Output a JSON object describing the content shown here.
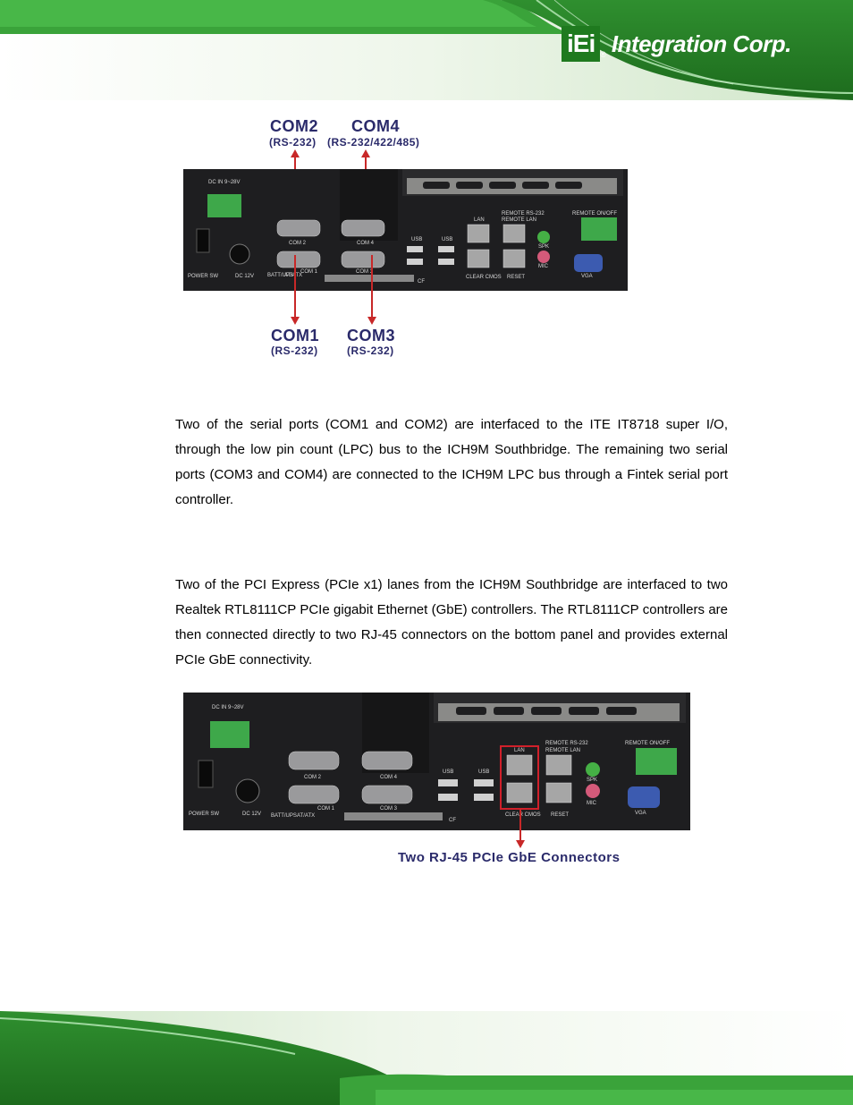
{
  "header": {
    "logo": {
      "mark": "iEi",
      "text": "Integration Corp.",
      "reg": "®"
    }
  },
  "figure1": {
    "top_labels": [
      {
        "name": "COM2",
        "sub": "(RS-232)"
      },
      {
        "name": "COM4",
        "sub": "(RS-232/422/485)"
      }
    ],
    "bottom_labels": [
      {
        "name": "COM1",
        "sub": "(RS-232)"
      },
      {
        "name": "COM3",
        "sub": "(RS-232)"
      }
    ]
  },
  "panel_text": {
    "dc_in": "DC IN  9~28V",
    "power_sw": "POWER SW",
    "dc_12v": "DC 12V",
    "com2": "COM 2",
    "com4": "COM 4",
    "com1": "COM 1",
    "com3": "COM 3",
    "usb": "USB",
    "lan": "LAN",
    "remote_rs232": "REMOTE RS-232",
    "remote_lan": "REMOTE LAN",
    "spk": "SPK",
    "mic": "MIC",
    "vga": "VGA",
    "clear_cmos": "CLEAR CMOS",
    "reset": "RESET",
    "batt": "BATT/UPS",
    "atatx": "AT/ATX",
    "cf": "CF",
    "remote_onoff": "REMOTE ON/OFF"
  },
  "paragraph1": "Two of the serial ports (COM1 and COM2) are interfaced to the ITE IT8718 super I/O, through the low pin count (LPC) bus to the ICH9M Southbridge. The remaining two serial ports (COM3 and COM4) are connected to the ICH9M LPC bus through a Fintek serial port controller.",
  "paragraph2": "Two of the PCI Express (PCIe x1) lanes from the ICH9M Southbridge are interfaced to two Realtek RTL8111CP PCIe gigabit Ethernet (GbE) controllers. The RTL8111CP controllers are then connected directly to two RJ-45 connectors on the bottom panel and provides external PCIe GbE connectivity.",
  "figure2": {
    "callout": "Two RJ-45 PCIe GbE Connectors"
  },
  "colors": {
    "label": "#2a2a6a",
    "arrow": "#c82828",
    "brand_green": "#1f7a1f",
    "panel": "#1c1c1e"
  }
}
